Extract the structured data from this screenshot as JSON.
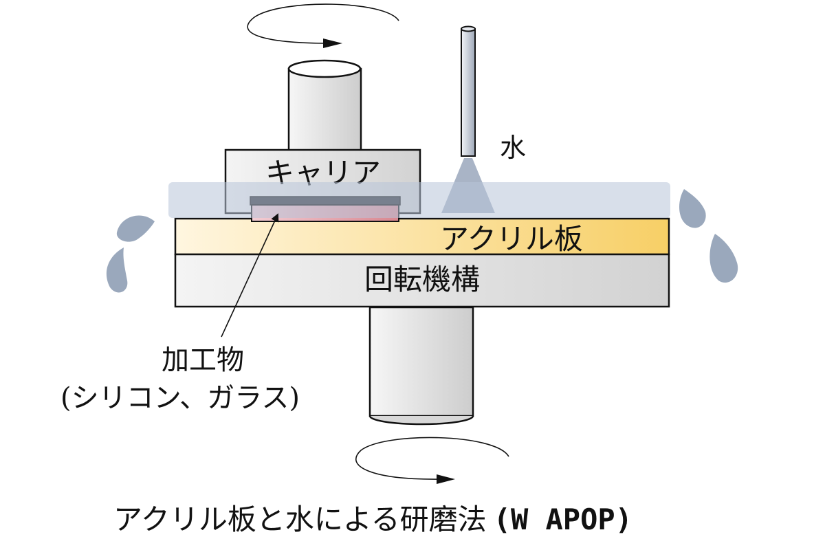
{
  "labels": {
    "carrier": "キャリア",
    "water": "水",
    "acrylic_plate": "アクリル板",
    "rotation_mechanism": "回転機構",
    "workpiece": "加工物",
    "workpiece_detail": "(シリコン、ガラス)"
  },
  "caption": {
    "main": "アクリル板と水による研磨法",
    "abbr": "(W APOP)"
  },
  "colors": {
    "water_drop": "#9aa8bc",
    "water_film": "#c9d3e3",
    "acrylic_light": "#fff3d6",
    "acrylic_dark": "#f7d06a",
    "workpiece_light": "#f1c8cf",
    "workpiece_dark": "#d9868f",
    "gray_light": "#f4f4f4",
    "gray_dark": "#cfcfcf",
    "outline": "#111111"
  }
}
